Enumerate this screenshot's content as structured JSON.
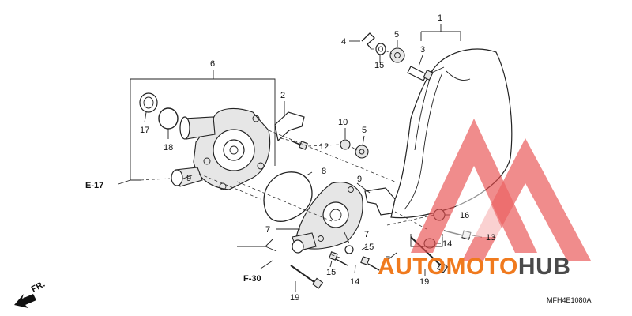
{
  "callouts": {
    "c1": "1",
    "c2": "2",
    "c3": "3",
    "c4": "4",
    "c5a": "5",
    "c5b": "5",
    "c6": "6",
    "c7a": "7",
    "c7b": "7",
    "c7c": "7",
    "c8": "8",
    "c9a": "9",
    "c9b": "9",
    "c10": "10",
    "c12": "12",
    "c13": "13",
    "c14a": "14",
    "c14b": "14",
    "c15a": "15",
    "c15b": "15",
    "c15c": "15",
    "c16": "16",
    "c17": "17",
    "c18": "18",
    "c19a": "19",
    "c19b": "19"
  },
  "refs": {
    "e17": "E-17",
    "f30": "F-30",
    "fr": "FR."
  },
  "diagram_code": "MFH4E1080A",
  "watermark": {
    "brand_auto": "AUTO",
    "brand_moto": "MOTO",
    "brand_hub": "HUB",
    "color_orange": "#F07A1E",
    "color_gray": "#4A4A4A",
    "color_red": "#E84B4B"
  }
}
